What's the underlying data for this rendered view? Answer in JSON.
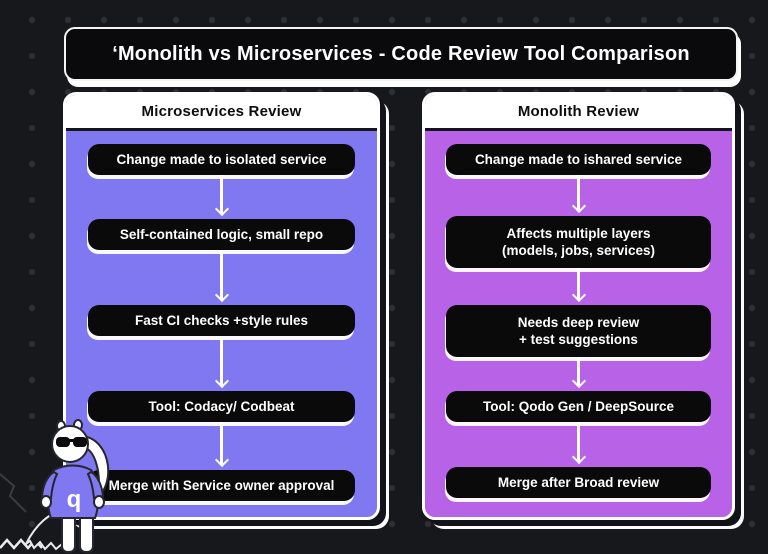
{
  "title": "‘Monolith vs Microservices - Code Review Tool Comparison",
  "columns": [
    {
      "header": "Microservices Review",
      "accent": "#8078f0",
      "steps": [
        [
          "Change made to isolated service"
        ],
        [
          "Self-contained logic, small repo"
        ],
        [
          "Fast CI checks +style rules"
        ],
        [
          "Tool: Codacy/ Codbeat"
        ],
        [
          "Merge with Service owner approval"
        ]
      ]
    },
    {
      "header": "Monolith Review",
      "accent": "#b862e8",
      "steps": [
        [
          "Change made to ishared service"
        ],
        [
          "Affects multiple layers",
          "(models, jobs, services)"
        ],
        [
          "Needs deep review",
          "+ test suggestions"
        ],
        [
          "Tool: Qodo Gen / DeepSource"
        ],
        [
          "Merge after Broad review"
        ]
      ]
    }
  ],
  "mascot": {
    "name": "qodo-anteater",
    "shirt_label": "q"
  },
  "colors": {
    "background": "#17181c",
    "dot": "#2e3036",
    "step_box": "#0a0a0b",
    "left_accent": "#8078f0",
    "right_accent": "#b862e8",
    "banner_bg": "#0a0a0c",
    "text_light": "#ffffff",
    "text_dark": "#0d0d0f"
  }
}
